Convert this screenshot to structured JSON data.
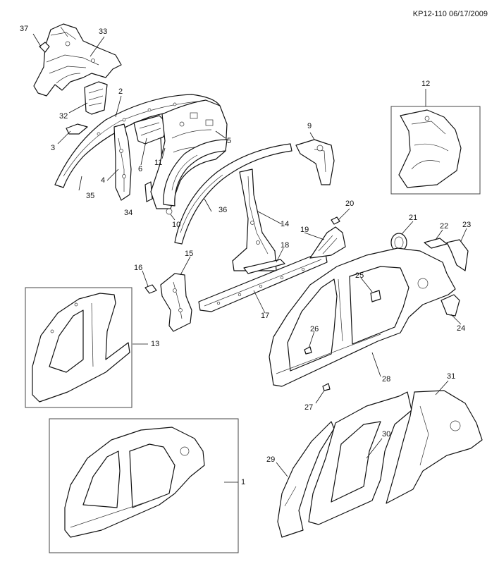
{
  "header": {
    "reference": "KP12-110 06/17/2009"
  },
  "callouts": [
    {
      "id": "c1",
      "label": "1"
    },
    {
      "id": "c2",
      "label": "2"
    },
    {
      "id": "c3",
      "label": "3"
    },
    {
      "id": "c4",
      "label": "4"
    },
    {
      "id": "c5",
      "label": "5"
    },
    {
      "id": "c6",
      "label": "6"
    },
    {
      "id": "c9",
      "label": "9"
    },
    {
      "id": "c10",
      "label": "10"
    },
    {
      "id": "c11",
      "label": "11"
    },
    {
      "id": "c12",
      "label": "12"
    },
    {
      "id": "c13",
      "label": "13"
    },
    {
      "id": "c14",
      "label": "14"
    },
    {
      "id": "c15",
      "label": "15"
    },
    {
      "id": "c16",
      "label": "16"
    },
    {
      "id": "c17",
      "label": "17"
    },
    {
      "id": "c18",
      "label": "18"
    },
    {
      "id": "c19",
      "label": "19"
    },
    {
      "id": "c20",
      "label": "20"
    },
    {
      "id": "c21",
      "label": "21"
    },
    {
      "id": "c22",
      "label": "22"
    },
    {
      "id": "c23",
      "label": "23"
    },
    {
      "id": "c24",
      "label": "24"
    },
    {
      "id": "c25",
      "label": "25"
    },
    {
      "id": "c26",
      "label": "26"
    },
    {
      "id": "c27",
      "label": "27"
    },
    {
      "id": "c28",
      "label": "28"
    },
    {
      "id": "c29",
      "label": "29"
    },
    {
      "id": "c30",
      "label": "30"
    },
    {
      "id": "c31",
      "label": "31"
    },
    {
      "id": "c32",
      "label": "32"
    },
    {
      "id": "c33",
      "label": "33"
    },
    {
      "id": "c34",
      "label": "34"
    },
    {
      "id": "c35",
      "label": "35"
    },
    {
      "id": "c36",
      "label": "36"
    },
    {
      "id": "c37",
      "label": "37"
    }
  ]
}
